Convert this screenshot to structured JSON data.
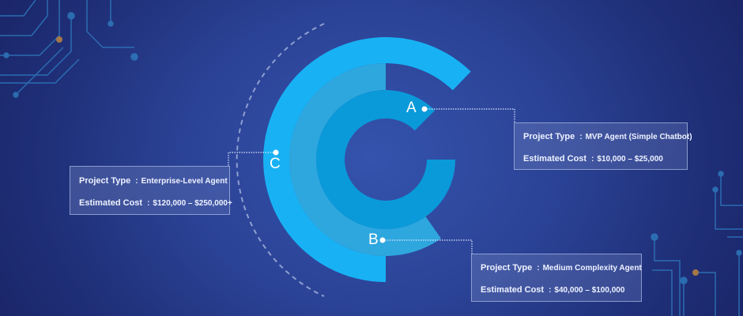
{
  "colors": {
    "outer_ring": "#18b2f4",
    "middle_ring": "#2ea7df",
    "inner_ring": "#0a9ada",
    "accent_orange": "#c98a3c"
  },
  "segments": [
    {
      "letter": "A",
      "project_type_label": "Project Type",
      "project_type": "MVP Agent (Simple Chatbot)",
      "cost_label": "Estimated Cost",
      "cost": "$10,000 – $25,000"
    },
    {
      "letter": "B",
      "project_type_label": "Project Type",
      "project_type": "Medium Complexity Agent",
      "cost_label": "Estimated Cost",
      "cost": "$40,000 – $100,000"
    },
    {
      "letter": "C",
      "project_type_label": "Project Type",
      "project_type": "Enterprise-Level Agent",
      "cost_label": "Estimated Cost",
      "cost": "$120,000 – $250,000+"
    }
  ],
  "separator": ":"
}
